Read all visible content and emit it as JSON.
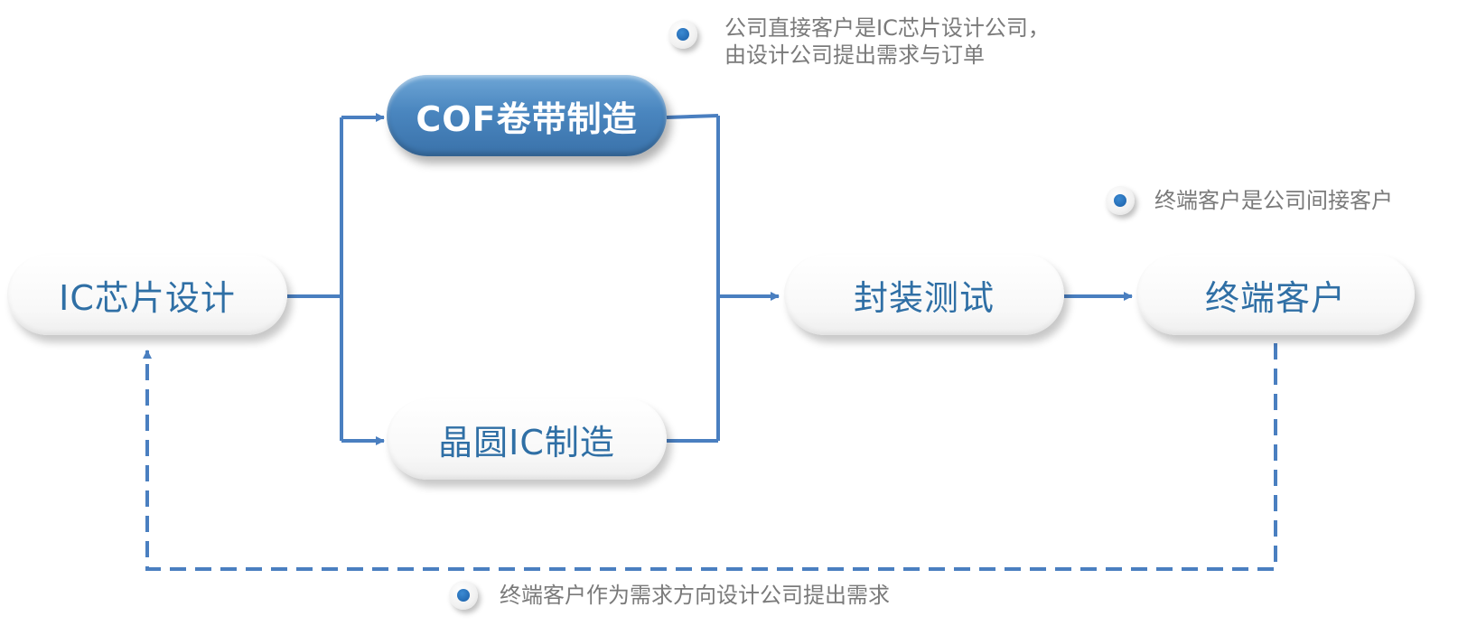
{
  "nodes": {
    "ic_design": "IC芯片设计",
    "cof_manufacturing": "COF卷带制造",
    "wafer_ic_manufacturing": "晶圆IC制造",
    "packaging_testing": "封装测试",
    "end_customer": "终端客户"
  },
  "notes": {
    "direct_customer_line1": "公司直接客户是IC芯片设计公司，",
    "direct_customer_line2": "由设计公司提出需求与订单",
    "indirect_customer": "终端客户是公司间接客户",
    "feedback": "终端客户作为需求方向设计公司提出需求"
  },
  "colors": {
    "connector": "#4a7fc0",
    "node_text": "#2f6fa5",
    "active_node": "#4a86bf",
    "note_text": "#7a7a7a",
    "bullet_dot": "#1b5fa8"
  }
}
